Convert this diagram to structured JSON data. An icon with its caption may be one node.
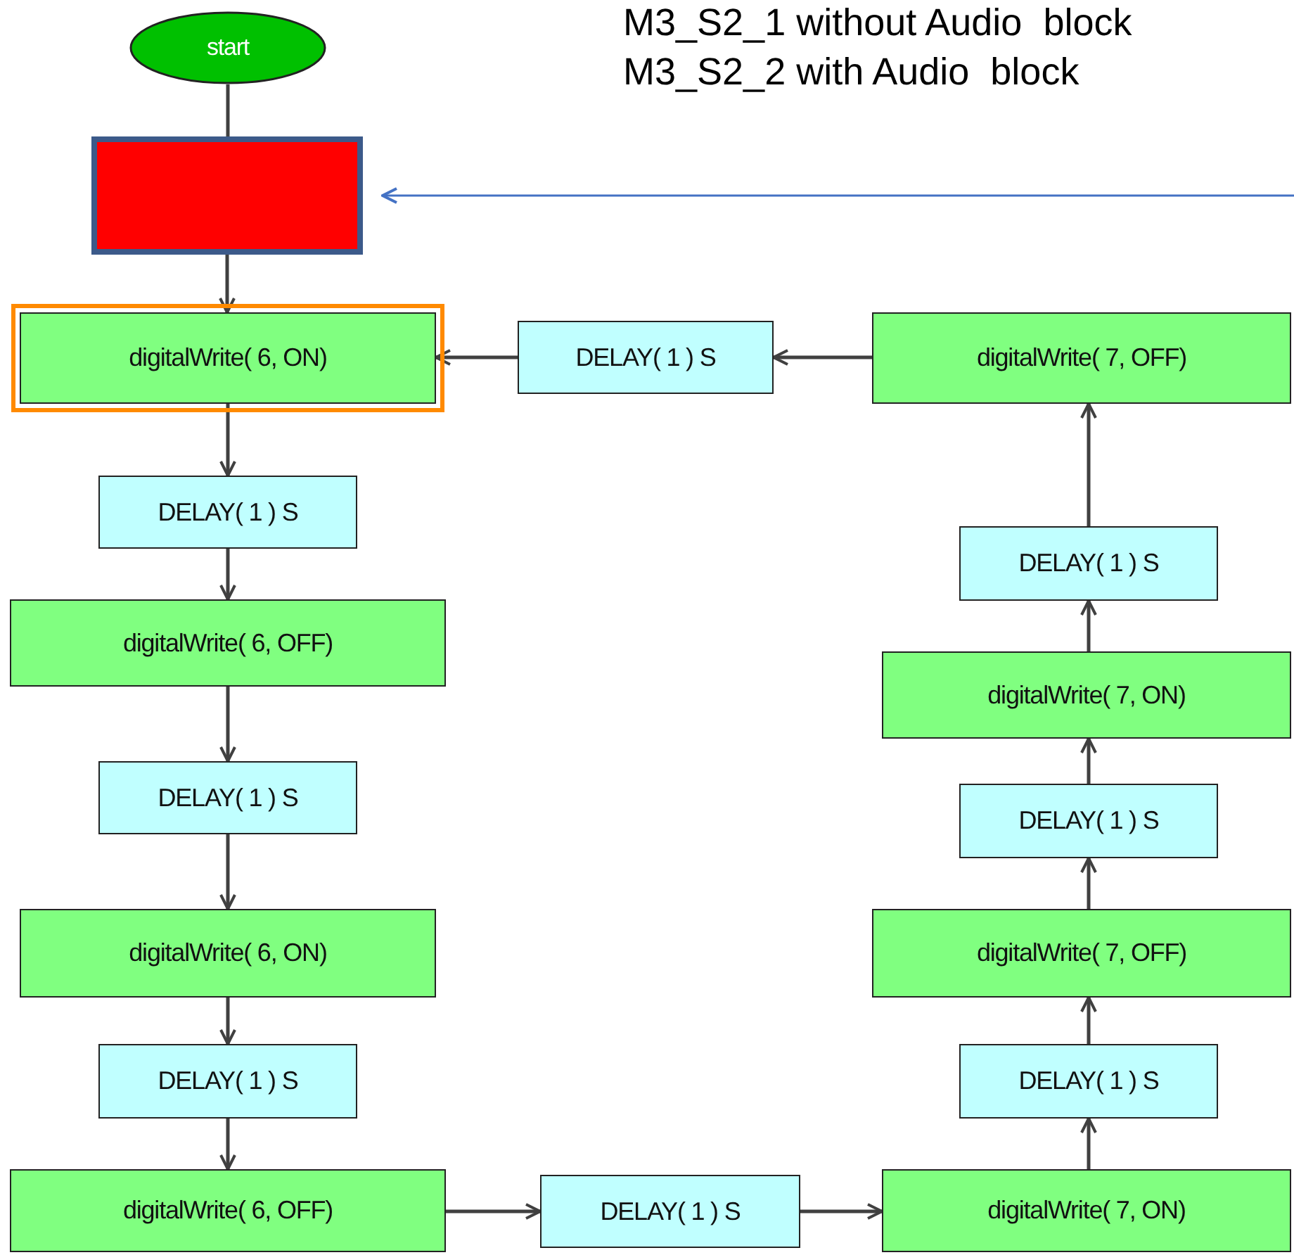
{
  "diagram": {
    "nodes": [
      {
        "text": [
          "start"
        ]
      },
      {
        "text": [],
        "shape": "box"
      },
      {
        "text": [
          "digitalWrite( 6, ON)"
        ]
      },
      {
        "text": [
          "DELAY( 1 ) S"
        ]
      },
      {
        "text": [
          "digitalWrite( 6, OFF)"
        ]
      },
      {
        "text": [
          "DELAY( 1 ) S"
        ]
      },
      {
        "text": [
          "digitalWrite( 6, ON)"
        ]
      },
      {
        "text": [
          "DELAY( 1 ) S"
        ]
      },
      {
        "text": [
          "digitalWrite( 6, OFF)"
        ]
      },
      {
        "text": [
          "DELAY( 1 ) S"
        ]
      },
      {
        "text": [
          "digitalWrite( 7, ON)"
        ]
      },
      {
        "text": [
          "DELAY( 1 ) S"
        ]
      },
      {
        "text": [
          "digitalWrite( 7, OFF)"
        ]
      },
      {
        "text": [
          "DELAY( 1 ) S"
        ]
      },
      {
        "text": [
          "digitalWrite( 7, ON)"
        ]
      },
      {
        "text": [
          "DELAY( 1 ) S"
        ]
      },
      {
        "text": [
          "digitalWrite( 7, OFF)"
        ]
      },
      {
        "text": [
          "DELAY( 1 ) S"
        ]
      }
    ],
    "edges": [
      {
        "from": 0,
        "to": 1,
        "arrow": "none"
      },
      {
        "from": 1,
        "to": 2,
        "arrow": "to"
      },
      {
        "from": 2,
        "to": 3,
        "arrow": "to"
      },
      {
        "from": 3,
        "to": 4,
        "arrow": "to"
      },
      {
        "from": 4,
        "to": 5,
        "arrow": "to"
      },
      {
        "from": 5,
        "to": 6,
        "arrow": "to"
      },
      {
        "from": 6,
        "to": 7,
        "arrow": "to"
      },
      {
        "from": 7,
        "to": 8,
        "arrow": "to"
      },
      {
        "from": 8,
        "to": 9,
        "arrow": "to"
      },
      {
        "from": 9,
        "to": 10,
        "arrow": "to"
      },
      {
        "from": 10,
        "to": 11,
        "arrow": "to"
      },
      {
        "from": 11,
        "to": 12,
        "arrow": "to"
      },
      {
        "from": 12,
        "to": 13,
        "arrow": "to"
      },
      {
        "from": 13,
        "to": 14,
        "arrow": "to"
      },
      {
        "from": 14,
        "to": 15,
        "arrow": "to"
      },
      {
        "from": 15,
        "to": 16,
        "arrow": "to"
      },
      {
        "from": 16,
        "to": 17,
        "arrow": "to"
      },
      {
        "from": 17,
        "to": 2,
        "arrow": "to"
      },
      {
        "from": null,
        "to": 1,
        "arrow": "to",
        "color": "#4472c4"
      }
    ],
    "labels": [
      "M3_S2_1 without Audio  block",
      "M3_S2_2 with Audio  block"
    ]
  }
}
